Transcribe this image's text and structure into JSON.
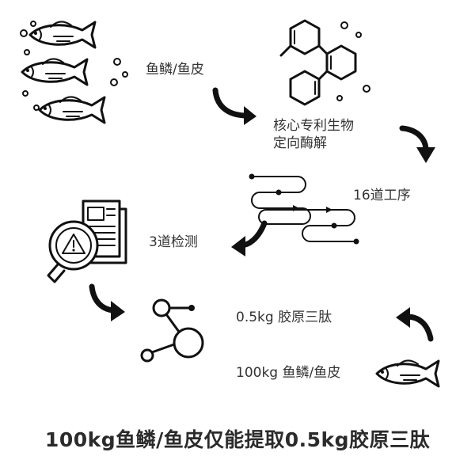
{
  "labels": {
    "raw_material": "鱼鳞/鱼皮",
    "hydrolysis_line1": "核心专利生物",
    "hydrolysis_line2": "定向酶解",
    "processes": "16道工序",
    "inspection": "3道检测",
    "output": "0.5kg 胶原三肽",
    "input": "100kg 鱼鳞/鱼皮"
  },
  "caption": "100kg鱼鳞/鱼皮仅能提取0.5kg胶原三肽",
  "colors": {
    "ink": "#111111",
    "text": "#333333",
    "background": "#ffffff"
  }
}
